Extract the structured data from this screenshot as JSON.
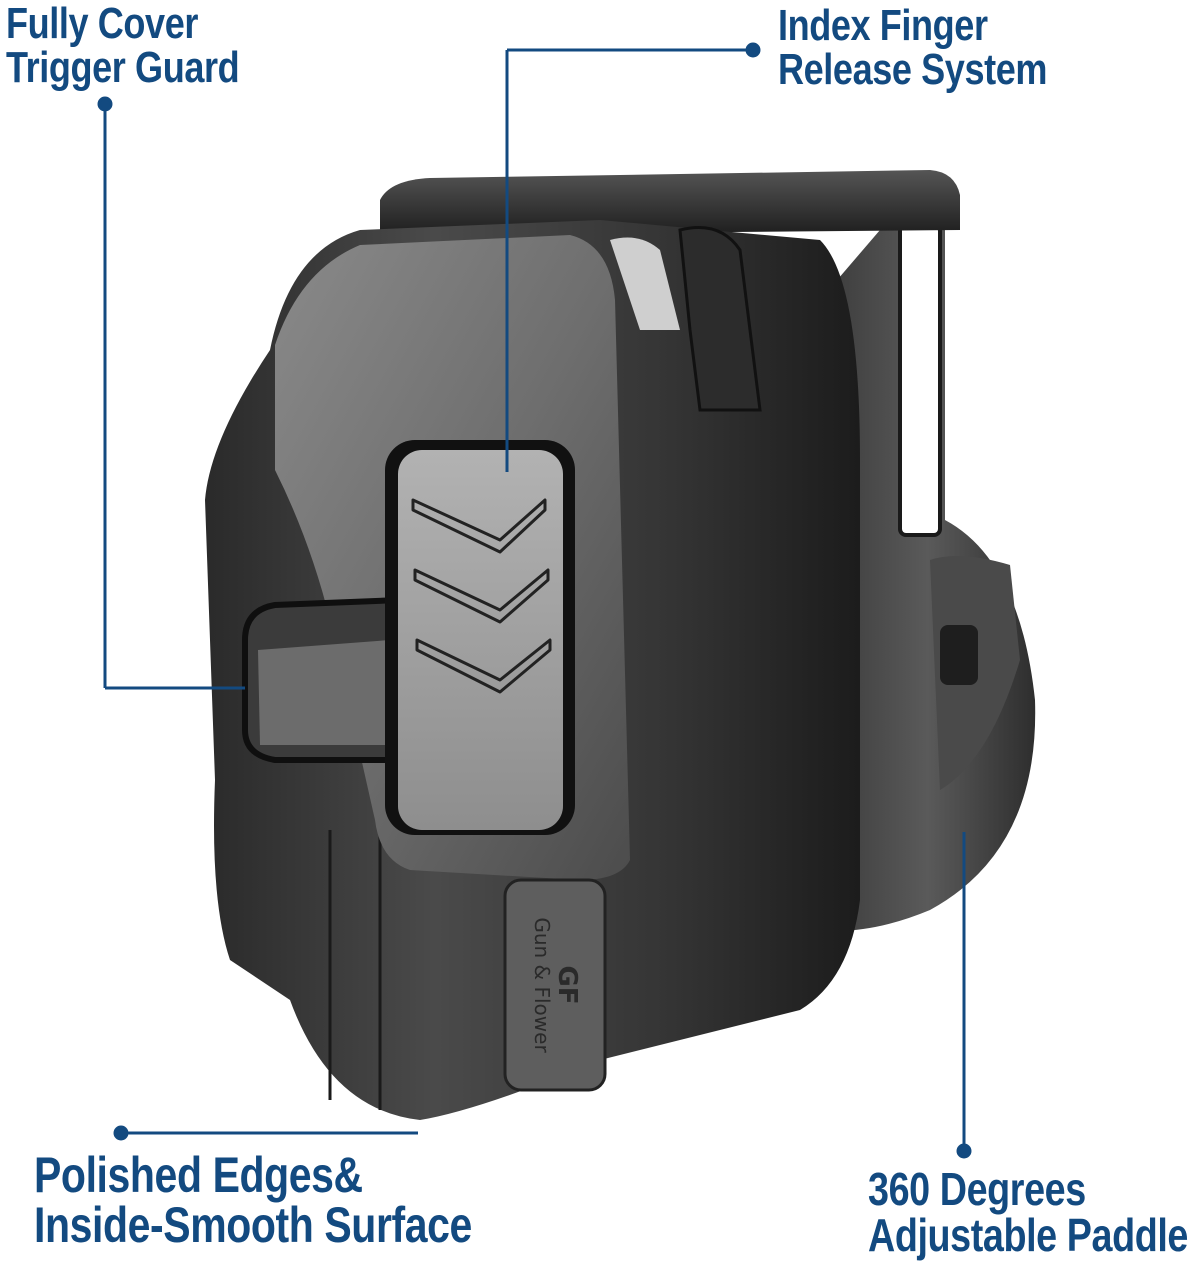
{
  "accent_color": "#134a80",
  "callouts": [
    {
      "id": "trigger-guard",
      "lines": [
        "Fully Cover",
        "Trigger Guard"
      ]
    },
    {
      "id": "release-system",
      "lines": [
        "Index Finger",
        "Release System"
      ]
    },
    {
      "id": "polished-edges",
      "lines": [
        "Polished Edges&",
        "Inside-Smooth Surface"
      ]
    },
    {
      "id": "paddle",
      "lines": [
        "360 Degrees",
        "Adjustable Paddle"
      ]
    }
  ],
  "product": {
    "logo_mark": "GF",
    "brand_text": "Gun & Flower"
  }
}
